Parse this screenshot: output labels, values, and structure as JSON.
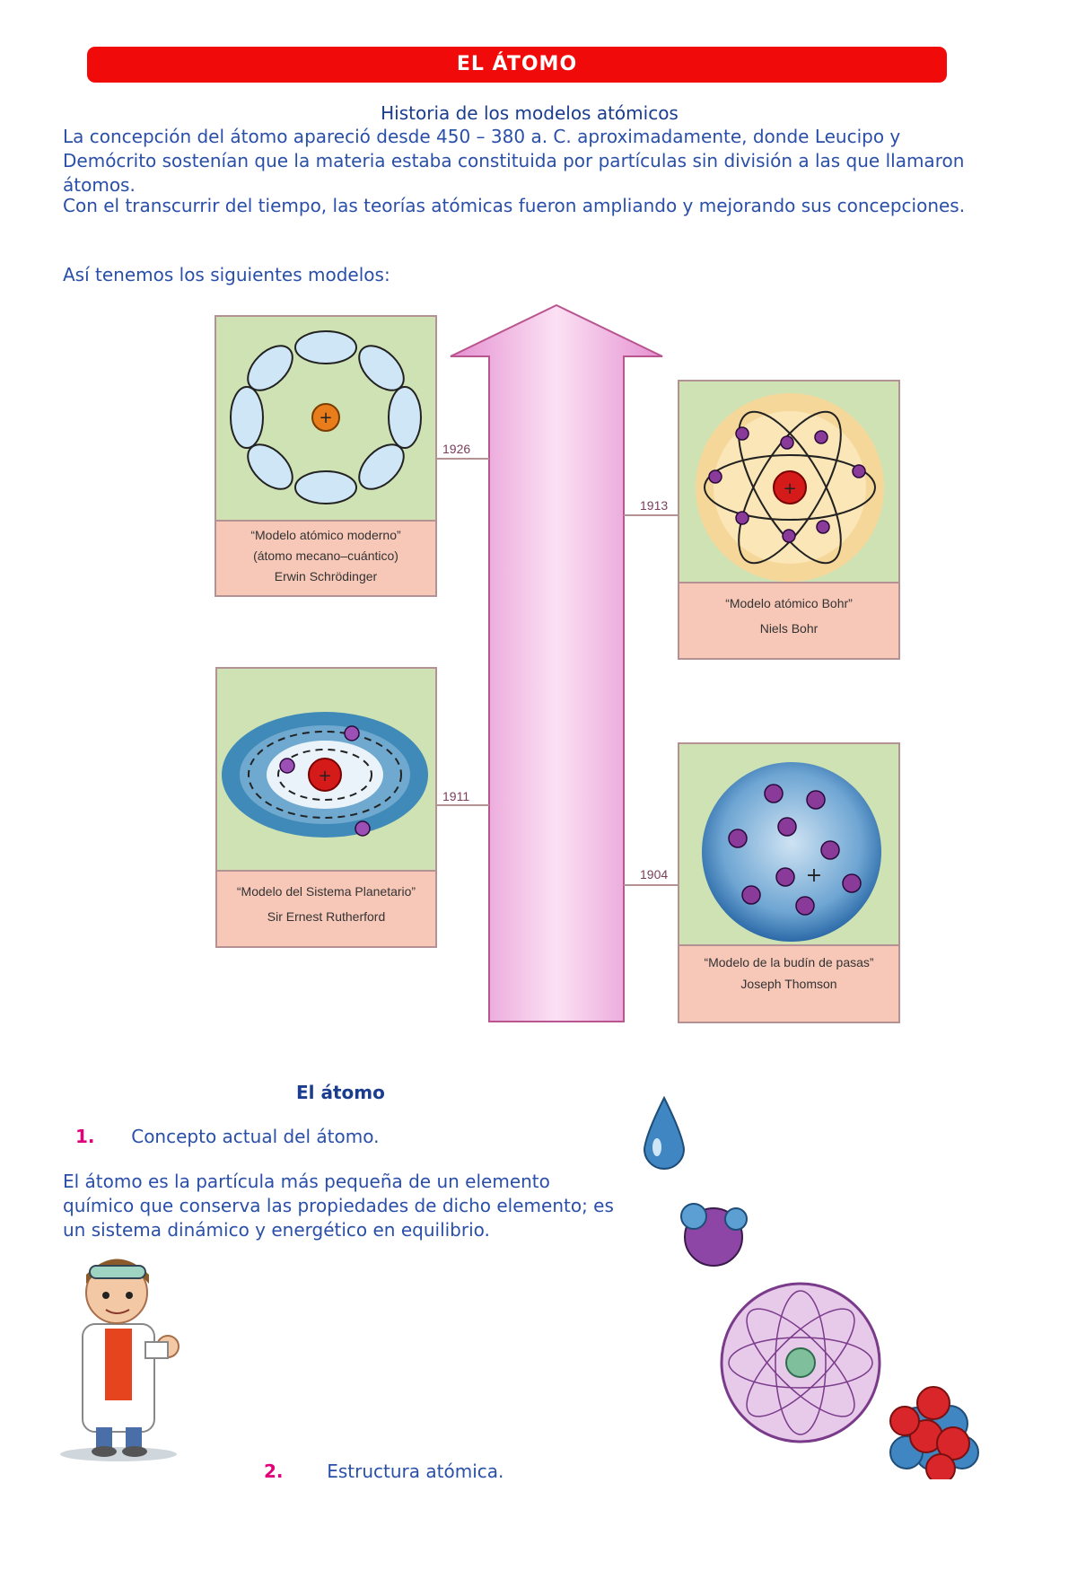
{
  "banner": "EL ÁTOMO",
  "history": {
    "subtitle": "Historia de los modelos atómicos",
    "p1": "La concepción del átomo apareció desde 450 – 380 a. C. aproximadamente, donde Leucipo y Demócrito sostenían que la materia estaba constituida por partículas sin división a las que llamaron átomos.",
    "p2": "Con el transcurrir del tiempo, las teorías atómicas fueron ampliando y mejorando sus concepciones.",
    "p3": "Así tenemos los siguientes modelos:"
  },
  "models": [
    {
      "year": "1926",
      "line1": "“Modelo atómico moderno”",
      "line2": "(átomo mecano–cuántico)",
      "line3": "Erwin Schrödinger"
    },
    {
      "year": "1913",
      "line1": "“Modelo atómico Bohr”",
      "line2": "Niels Bohr"
    },
    {
      "year": "1911",
      "line1": "“Modelo del Sistema Planetario”",
      "line2": "Sir Ernest Rutherford"
    },
    {
      "year": "1904",
      "line1": "“Modelo de la budín de pasas”",
      "line2": "Joseph Thomson"
    }
  ],
  "atom": {
    "heading": "El átomo",
    "item1_num": "1.",
    "item1_text": "Concepto actual del átomo.",
    "definition": "El átomo es la partícula más pequeña de un elemento químico que conserva las propiedades de dicho elemento; es un sistema dinámico y energético en equilibrio.",
    "item2_num": "2.",
    "item2_text": "Estructura atómica."
  },
  "colors": {
    "banner": "#f10a0a",
    "text": "#2a4fa8",
    "arrow": "#f3b8e3",
    "card_bg": "#cfe2b3",
    "caption_bg": "#f7c8b8"
  }
}
